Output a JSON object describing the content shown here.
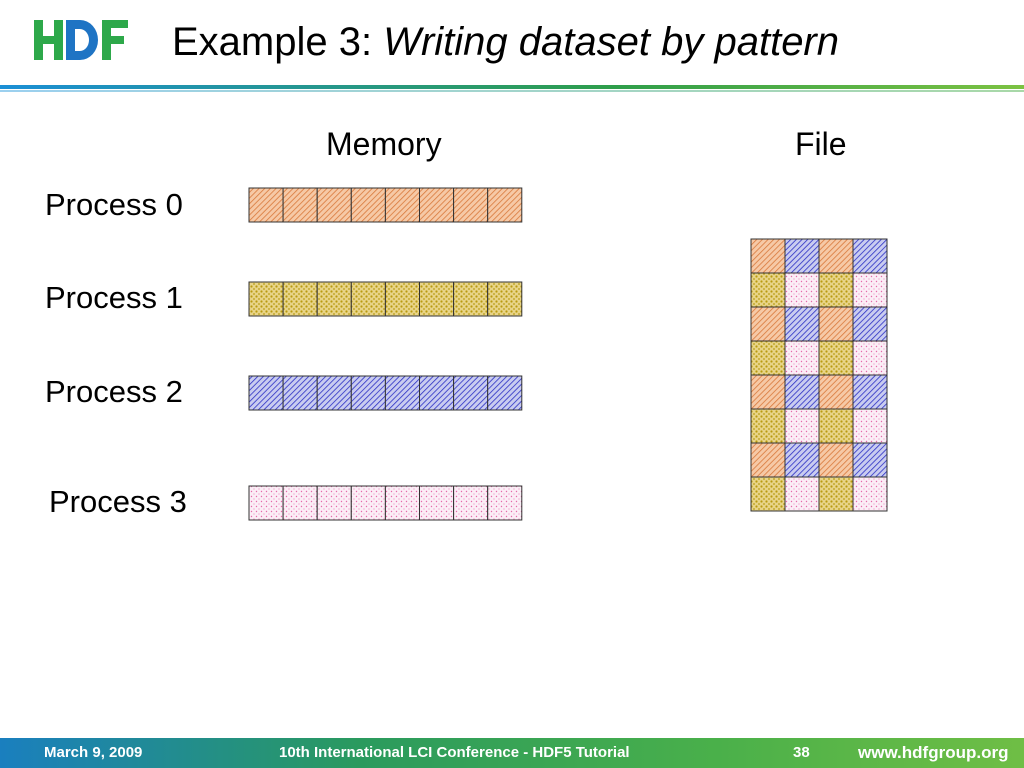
{
  "slide": {
    "title_prefix": "Example 3: ",
    "title_italic": "Writing dataset by pattern",
    "memory_label": "Memory",
    "file_label": "File",
    "processes": [
      {
        "label": "Process 0",
        "pattern": "hatch-orange"
      },
      {
        "label": "Process 1",
        "pattern": "dots-yellow"
      },
      {
        "label": "Process 2",
        "pattern": "hatch-blue"
      },
      {
        "label": "Process 3",
        "pattern": "dots-pink"
      }
    ],
    "memory_cells_per_process": 8,
    "file_grid": {
      "rows": 8,
      "cols": 4,
      "row_pattern": [
        [
          0,
          2,
          0,
          2
        ],
        [
          1,
          3,
          1,
          3
        ]
      ]
    }
  },
  "colors": {
    "orange_bg": "#f6c9a6",
    "orange_line": "#d9783a",
    "yellow_bg": "#e8d488",
    "yellow_dot": "#b89a10",
    "blue_bg": "#c9ccf0",
    "blue_line": "#2a2fc4",
    "pink_bg": "#fbeef6",
    "pink_dot": "#e66aaa"
  },
  "footer": {
    "date": "March 9, 2009",
    "conference": "10th International LCI Conference - HDF5 Tutorial",
    "page": "38",
    "url": "www.hdfgroup.org"
  }
}
